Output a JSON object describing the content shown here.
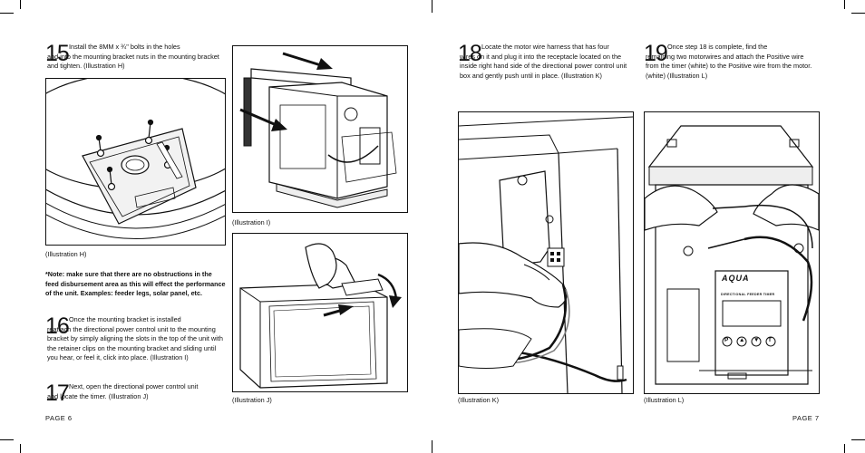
{
  "steps": {
    "s15": {
      "number": "15",
      "lead": "Install the 8MM x ¾\" bolts in the holes",
      "body": "and into the mounting bracket nuts in the mounting bracket and tighten. (Illustration H)"
    },
    "s16": {
      "number": "16",
      "lead": "Once the mounting bracket is installed",
      "body": "reattach the directional power control unit to the mounting bracket by simply aligning the slots in the top of the unit with the retainer clips on the mounting bracket and sliding until you hear, or feel it, click into place. (Illustration I)"
    },
    "s17": {
      "number": "17",
      "lead": "Next, open the directional power control unit",
      "body": "and locate the timer. (Illustration J)"
    },
    "s18": {
      "number": "18",
      "lead": "Locate the motor wire harness that has four",
      "body": "wires on it and plug it into the receptacle located on the inside right hand side of the directional power control unit box and gently push until in place. (Illustration K)"
    },
    "s19": {
      "number": "19",
      "lead": "Once step 18 is complete, find the",
      "body": "remaining two motorwires and attach the Positive wire from the timer (white) to the Positive wire from the motor. (white) (Illustration L)"
    }
  },
  "note": "*Note: make sure that there are no obstructions in the feed disbursement area as this will effect the performance of the unit. Examples: feeder legs, solar panel, etc.",
  "captions": {
    "h": "(Illustration H)",
    "i": "(Illustration I)",
    "j": "(Illustration J)",
    "k": "(Illustration K)",
    "l": "(Illustration L)"
  },
  "timer_panel": {
    "brand": "AQUA",
    "subtitle": "DIRECTIONAL FEEDER TIMER",
    "buttons": [
      "P",
      "▲",
      "▼",
      "T"
    ]
  },
  "pages": {
    "left": "PAGE 6",
    "right": "PAGE 7"
  }
}
